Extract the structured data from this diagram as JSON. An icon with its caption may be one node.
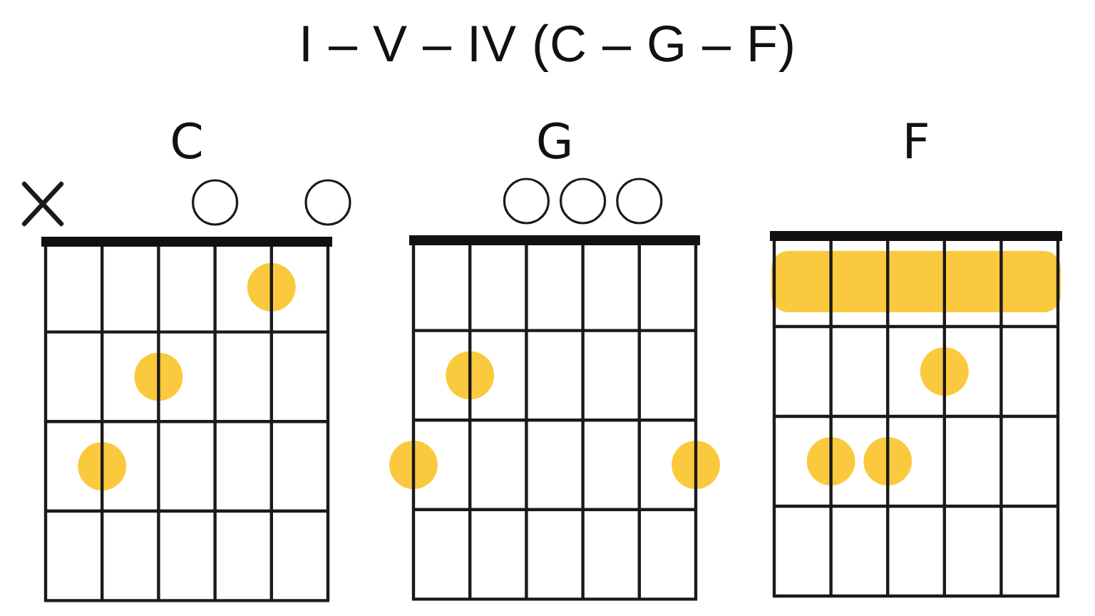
{
  "diagram": {
    "title": "I – V – IV (C – G – F)",
    "nodes": [
      {
        "text": [
          "C"
        ]
      },
      {
        "text": [
          "G"
        ]
      },
      {
        "text": [
          "F"
        ]
      }
    ]
  }
}
